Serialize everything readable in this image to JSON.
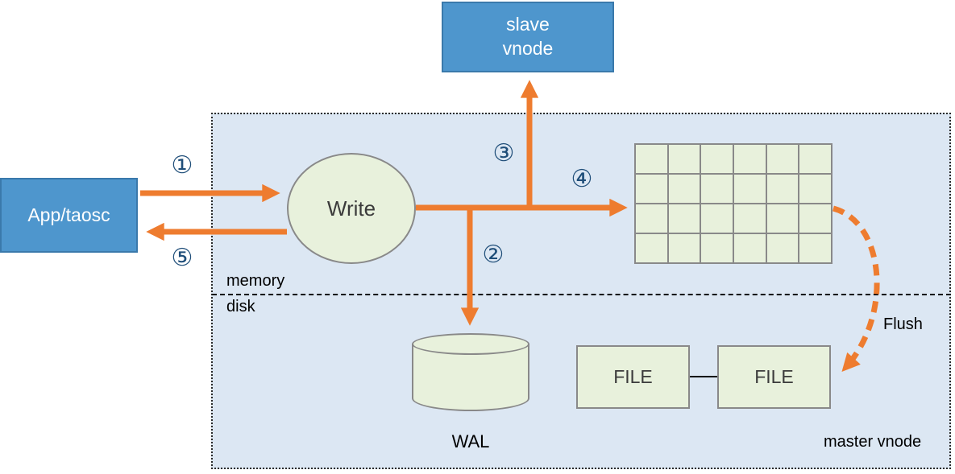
{
  "colors": {
    "node_blue": "#4e96cd",
    "node_blue_border": "#3a79ab",
    "panel_blue": "#dce7f3",
    "shape_green": "#e8f1dc",
    "shape_green_border": "#898989",
    "arrow_orange": "#ee7c2f",
    "step_navy": "#1f4e79"
  },
  "nodes": {
    "app": {
      "label": "App/taosc"
    },
    "slave_vnode": {
      "lines": [
        "slave",
        "vnode"
      ]
    },
    "write": {
      "label": "Write"
    },
    "wal": {
      "label": "WAL"
    },
    "file_left": {
      "label": "FILE"
    },
    "file_right": {
      "label": "FILE"
    }
  },
  "labels": {
    "memory": "memory",
    "disk": "disk",
    "flush": "Flush",
    "master_vnode": "master vnode"
  },
  "steps": [
    "①",
    "②",
    "③",
    "④",
    "⑤"
  ],
  "grid": {
    "rows": 4,
    "cols": 6
  }
}
